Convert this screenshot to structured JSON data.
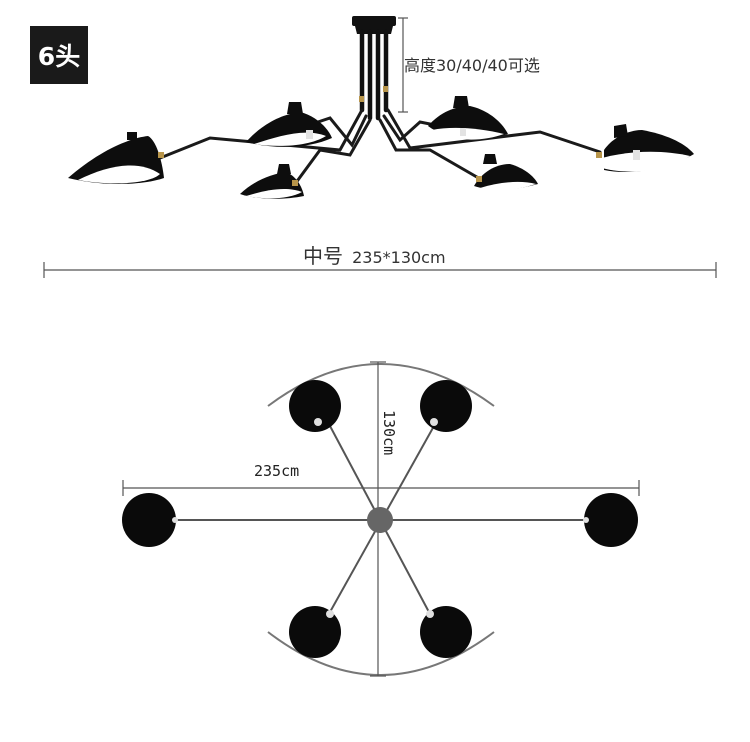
{
  "badge": {
    "text": "6头"
  },
  "labels": {
    "height_options": "高度30/40/40可选",
    "size_name": "中号",
    "size_dims": "235*130cm",
    "top_width": "235cm",
    "top_height": "130cm"
  },
  "colors": {
    "lamp": "#0d0d0d",
    "arm": "#1a1a1a",
    "dimension_line": "#555555",
    "brass": "#b8954a"
  }
}
